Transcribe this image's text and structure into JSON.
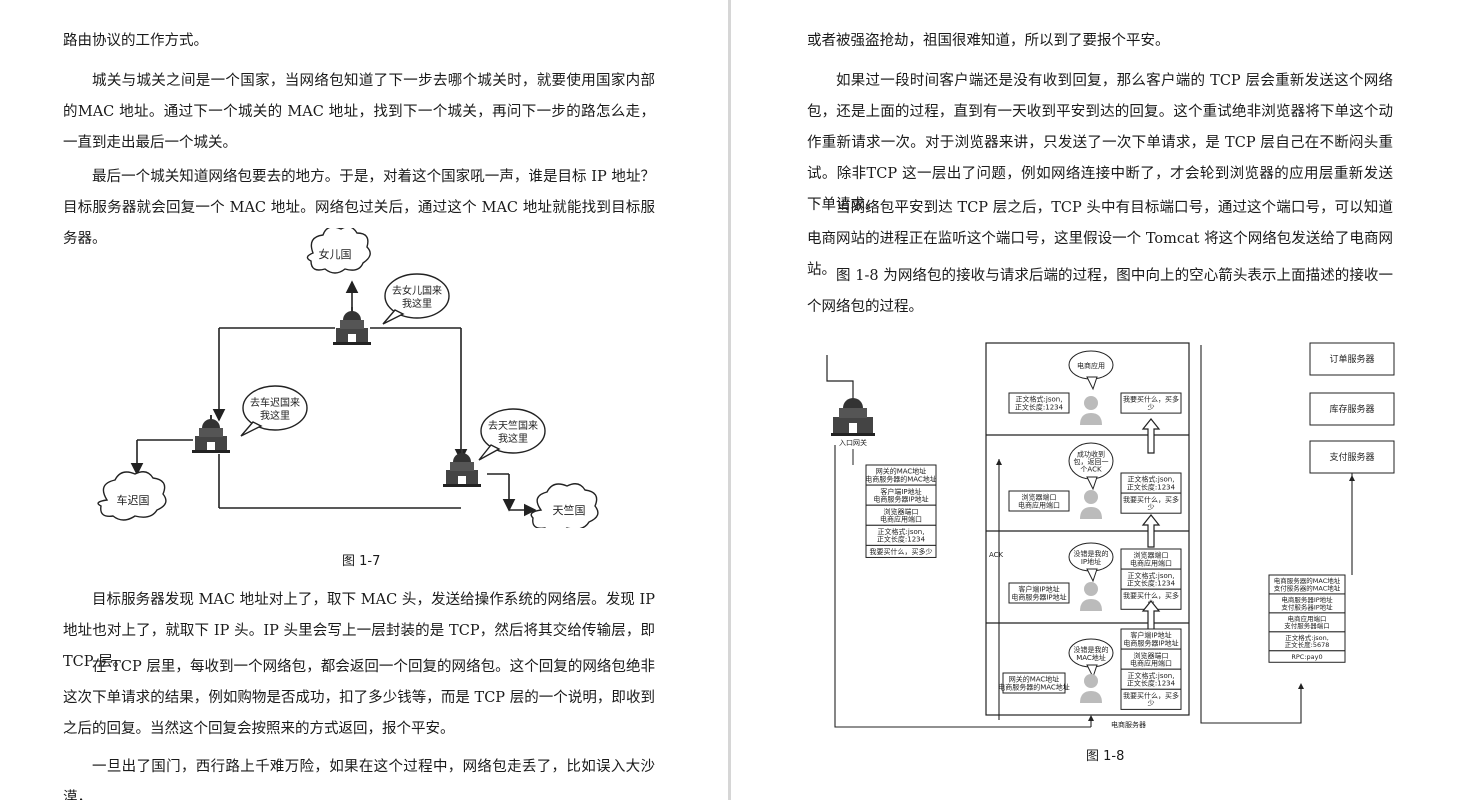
{
  "left_page": {
    "paragraphs": [
      "路由协议的工作方式。",
      "城关与城关之间是一个国家，当网络包知道了下一步去哪个城关时，就要使用国家内部的MAC 地址。通过下一个城关的 MAC 地址，找到下一个城关，再问下一步的路怎么走，一直到走出最后一个城关。",
      "最后一个城关知道网络包要去的地方。于是，对着这个国家吼一声，谁是目标 IP 地址？目标服务器就会回复一个 MAC 地址。网络包过关后，通过这个 MAC 地址就能找到目标服务器。",
      "目标服务器发现 MAC 地址对上了，取下 MAC 头，发送给操作系统的网络层。发现 IP 地址也对上了，就取下 IP 头。IP 头里会写上一层封装的是 TCP，然后将其交给传输层，即 TCP 层。",
      "在 TCP 层里，每收到一个网络包，都会返回一个回复的网络包。这个回复的网络包绝非这次下单请求的结果，例如购物是否成功，扣了多少钱等，而是 TCP 层的一个说明，即收到之后的回复。当然这个回复会按照来的方式返回，报个平安。",
      "一旦出了国门，西行路上千难万险，如果在这个过程中，网络包走丢了，比如误入大沙漠，"
    ],
    "figure": {
      "caption": "图 1-7",
      "clouds": [
        "女儿国",
        "车迟国",
        "天竺国"
      ],
      "bubbles": [
        "去女儿国来\n我这里",
        "去车迟国来\n我这里",
        "去天竺国来\n我这里"
      ]
    }
  },
  "right_page": {
    "paragraphs": [
      "或者被强盗抢劫，祖国很难知道，所以到了要报个平安。",
      "如果过一段时间客户端还是没有收到回复，那么客户端的 TCP 层会重新发送这个网络包，还是上面的过程，直到有一天收到平安到达的回复。这个重试绝非浏览器将下单这个动作重新请求一次。对于浏览器来讲，只发送了一次下单请求，是 TCP 层自己在不断闷头重试。除非TCP 这一层出了问题，例如网络连接中断了，才会轮到浏览器的应用层重新发送下单请求。",
      "当网络包平安到达 TCP 层之后，TCP 头中有目标端口号，通过这个端口号，可以知道电商网站的进程正在监听这个端口号，这里假设一个 Tomcat 将这个网络包发送给了电商网站。",
      "图 1-8 为网络包的接收与请求后端的过程，图中向上的空心箭头表示上面描述的接收一个网络包的过程。"
    ],
    "figure": {
      "caption": "图 1-8",
      "gateway_label": "入口网关",
      "server_label": "电商服务器",
      "ack_label": "ACK",
      "services": [
        "订单服务器",
        "库存服务器",
        "支付服务器"
      ],
      "packet_left": [
        "网关的MAC地址\n电商服务器的MAC地址",
        "客户端IP地址\n电商服务器IP地址",
        "浏览器端口\n电商应用端口",
        "正文格式:json,\n正文长度:1234",
        "我要买什么，买多少"
      ],
      "packet_right": [
        "电商服务器的MAC地址\n支付服务器的MAC地址",
        "电商服务器IP地址\n支付服务器IP地址",
        "电商应用端口\n支付服务器端口",
        "正文格式:json,\n正文长度:5678",
        "RPC:pay0"
      ],
      "layer4_bubble": "电商应用",
      "layer4_note": "正文格式:json,\n正文长度:1234",
      "layer4_stack": [
        "我要买什么，买多\n少"
      ],
      "layer3_bubble": "成功收到\n包，返回一\n个ACK",
      "layer3_note": "浏览器端口\n电商应用端口",
      "layer3_stack": [
        "正文格式:json,\n正文长度:1234",
        "我要买什么，买多\n少"
      ],
      "layer2_bubble": "没错是我的\nIP地址",
      "layer2_note": "客户端IP地址\n电商服务器IP地址",
      "layer2_stack": [
        "浏览器端口\n电商应用端口",
        "正文格式:json,\n正文长度:1234",
        "我要买什么，买多\n少"
      ],
      "layer1_bubble": "没错是我的\nMAC地址",
      "layer1_note": "网关的MAC地址\n电商服务器的MAC地址",
      "layer1_stack": [
        "客户端IP地址\n电商服务器IP地址",
        "浏览器端口\n电商应用端口",
        "正文格式:json,\n正文长度:1234",
        "我要买什么，买多\n少"
      ]
    }
  }
}
